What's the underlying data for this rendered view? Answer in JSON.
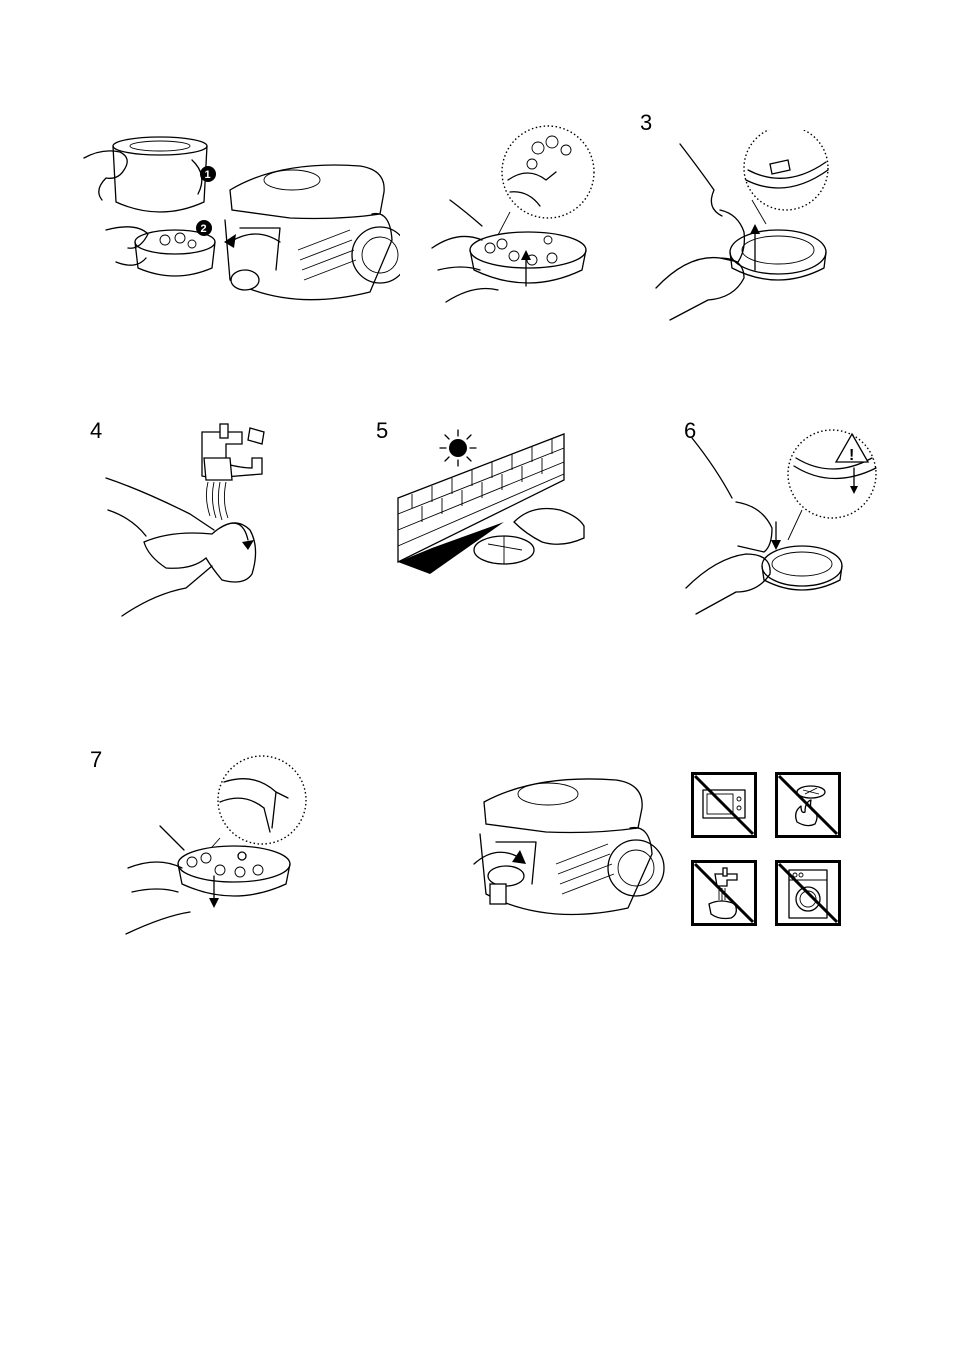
{
  "steps": {
    "s3": "3",
    "s4": "4",
    "s5": "5",
    "s6": "6",
    "s7": "7"
  },
  "badges": {
    "b1": "1",
    "b2": "2"
  },
  "warning_icons": [
    {
      "name": "no-microwave-icon"
    },
    {
      "name": "no-heater-fire-icon"
    },
    {
      "name": "no-tap-water-icon"
    },
    {
      "name": "no-washing-machine-icon"
    }
  ]
}
